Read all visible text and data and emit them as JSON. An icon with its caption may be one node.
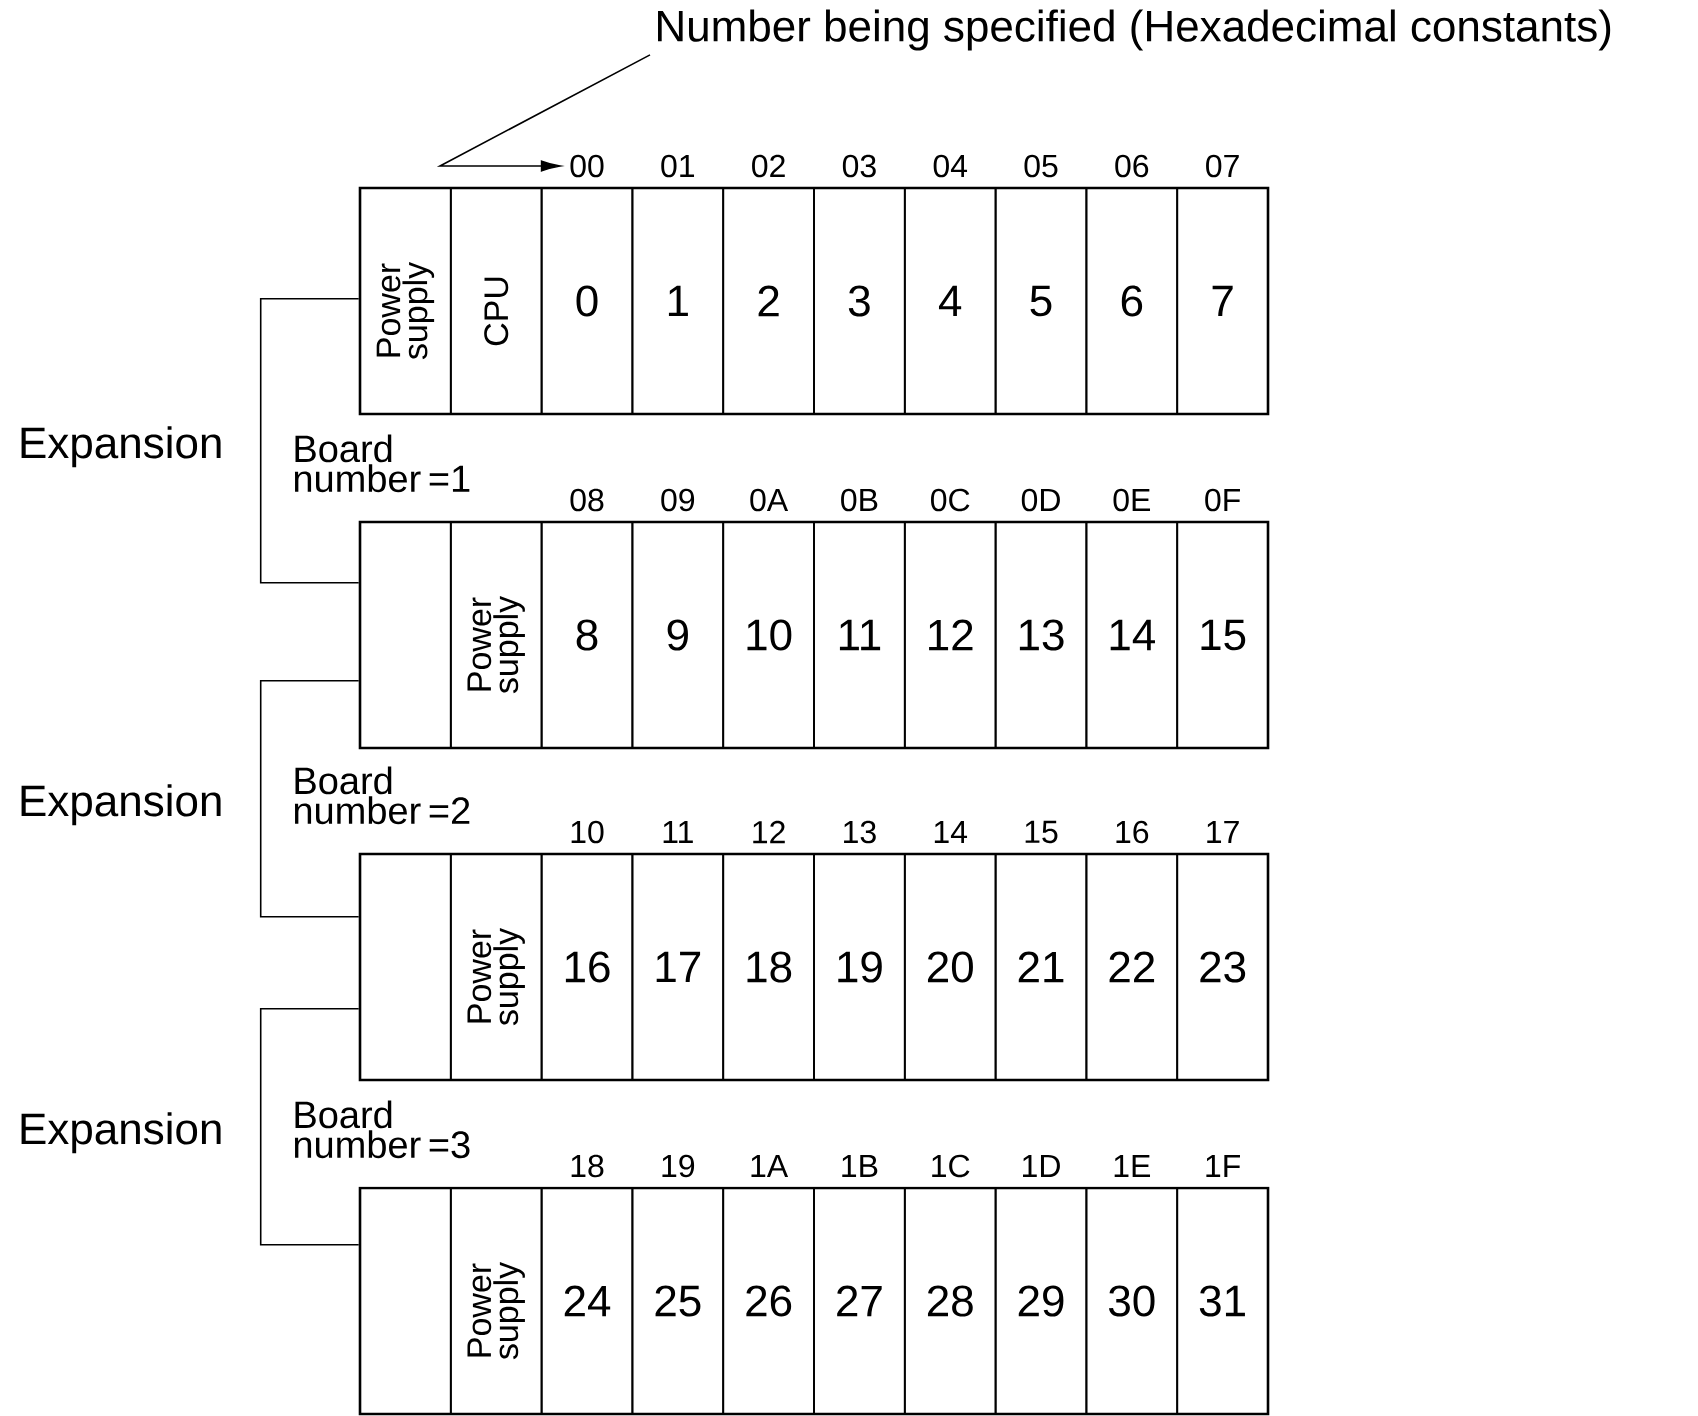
{
  "diagram": {
    "nodes": [
      {
        "text": [
          "Number being specified (Hexadecimal constants)"
        ]
      },
      {
        "text": [
          "00"
        ]
      },
      {
        "text": [],
        "shape": "box"
      },
      {
        "text": [
          "Power supply"
        ],
        "in": 2
      },
      {
        "text": [
          "CPU"
        ],
        "in": 2
      },
      {
        "text": [
          "0"
        ],
        "in": 2
      },
      {
        "text": [
          "1"
        ],
        "in": 2
      },
      {
        "text": [
          "2"
        ],
        "in": 2
      },
      {
        "text": [
          "3"
        ],
        "in": 2
      },
      {
        "text": [
          "4"
        ],
        "in": 2
      },
      {
        "text": [
          "5"
        ],
        "in": 2
      },
      {
        "text": [
          "6"
        ],
        "in": 2
      },
      {
        "text": [
          "7"
        ],
        "in": 2
      },
      {
        "text": [],
        "shape": "box",
        "beside": [
          "Board number =1"
        ]
      },
      {
        "text": [],
        "shape": "box",
        "in": 13
      },
      {
        "text": [
          "Power supply"
        ],
        "in": 13
      },
      {
        "text": [
          "8"
        ],
        "in": 13
      },
      {
        "text": [
          "9"
        ],
        "in": 13
      },
      {
        "text": [
          "10"
        ],
        "in": 13
      },
      {
        "text": [
          "11"
        ],
        "in": 13
      },
      {
        "text": [
          "12"
        ],
        "in": 13
      },
      {
        "text": [
          "13"
        ],
        "in": 13
      },
      {
        "text": [
          "14"
        ],
        "in": 13
      },
      {
        "text": [
          "15"
        ],
        "in": 13
      },
      {
        "text": [],
        "shape": "box",
        "beside": [
          "Board number =2"
        ]
      },
      {
        "text": [],
        "shape": "box",
        "in": 24
      },
      {
        "text": [
          "Power supply"
        ],
        "in": 24
      },
      {
        "text": [
          "16"
        ],
        "in": 24
      },
      {
        "text": [
          "17"
        ],
        "in": 24
      },
      {
        "text": [
          "18"
        ],
        "in": 24
      },
      {
        "text": [
          "19"
        ],
        "in": 24
      },
      {
        "text": [
          "20"
        ],
        "in": 24
      },
      {
        "text": [
          "21"
        ],
        "in": 24
      },
      {
        "text": [
          "22"
        ],
        "in": 24
      },
      {
        "text": [
          "23"
        ],
        "in": 24
      },
      {
        "text": [],
        "shape": "box",
        "beside": [
          "Board number =3"
        ]
      },
      {
        "text": [],
        "shape": "box",
        "in": 35
      },
      {
        "text": [
          "Power supply"
        ],
        "in": 35
      },
      {
        "text": [
          "24"
        ],
        "in": 35
      },
      {
        "text": [
          "25"
        ],
        "in": 35
      },
      {
        "text": [
          "26"
        ],
        "in": 35
      },
      {
        "text": [
          "27"
        ],
        "in": 35
      },
      {
        "text": [
          "28"
        ],
        "in": 35
      },
      {
        "text": [
          "29"
        ],
        "in": 35
      },
      {
        "text": [
          "30"
        ],
        "in": 35
      },
      {
        "text": [
          "31"
        ],
        "in": 35
      }
    ],
    "edges": [
      {
        "from": 0,
        "to": 1,
        "arrow": "to"
      },
      {
        "from": 2,
        "to": 13,
        "arrow": "none",
        "label": "Expansion"
      },
      {
        "from": 13,
        "to": 24,
        "arrow": "none",
        "label": "Expansion"
      },
      {
        "from": 24,
        "to": 35,
        "arrow": "none",
        "label": "Expansion"
      }
    ],
    "labels": [
      "01",
      "02",
      "03",
      "04",
      "05",
      "06",
      "07",
      "08",
      "09",
      "0A",
      "0B",
      "0C",
      "0D",
      "0E",
      "0F",
      "10",
      "11",
      "12",
      "13",
      "14",
      "15",
      "16",
      "17",
      "18",
      "19",
      "1A",
      "1B",
      "1C",
      "1D",
      "1E",
      "1F"
    ]
  }
}
